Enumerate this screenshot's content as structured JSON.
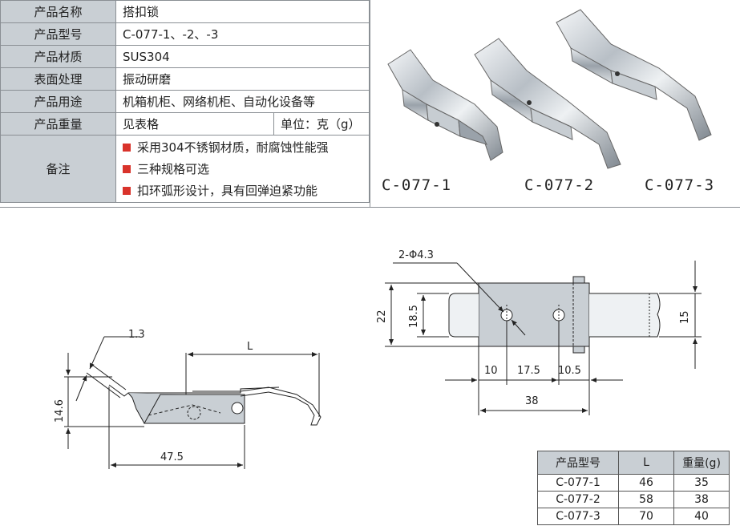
{
  "spec": {
    "rows": [
      {
        "label": "产品名称",
        "value": "搭扣锁"
      },
      {
        "label": "产品型号",
        "value": "C-077-1、-2、-3"
      },
      {
        "label": "产品材质",
        "value": "SUS304"
      },
      {
        "label": "表面处理",
        "value": "振动研磨"
      },
      {
        "label": "产品用途",
        "value": "机箱机柜、网络机柜、自动化设备等"
      }
    ],
    "weight_label": "产品重量",
    "weight_value": "见表格",
    "weight_unit": "单位：克（g）",
    "note_label": "备注",
    "notes": [
      "采用304不锈钢材质，耐腐蚀性能强",
      "三种规格可选",
      "扣环弧形设计，具有回弹迫紧功能"
    ]
  },
  "photo_labels": [
    "C-077-1",
    "C-077-2",
    "C-077-3"
  ],
  "side_view": {
    "dim_thickness": "1.3",
    "dim_L": "L",
    "dim_height": "14.6",
    "dim_length": "47.5"
  },
  "top_view": {
    "hole": "2-Φ4.3",
    "dim_22": "22",
    "dim_18_5": "18.5",
    "dim_15": "15",
    "dim_10": "10",
    "dim_17_5": "17.5",
    "dim_10_5": "10.5",
    "dim_38": "38"
  },
  "model_table": {
    "headers": [
      "产品型号",
      "L",
      "重量(g)"
    ],
    "rows": [
      [
        "C-077-1",
        "46",
        "35"
      ],
      [
        "C-077-2",
        "58",
        "38"
      ],
      [
        "C-077-3",
        "70",
        "40"
      ]
    ]
  }
}
